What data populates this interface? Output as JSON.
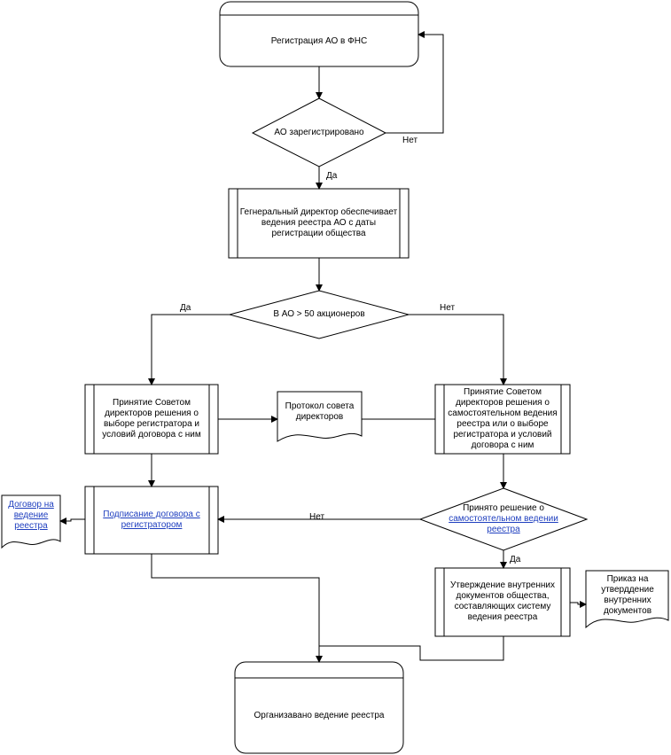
{
  "nodes": {
    "register": "Регистрация АО в ФНС",
    "registered": "АО зарегистрировано",
    "director": "Гегнеральный директор обеспечивает ведения реестра АО с даты регистрации общества",
    "shareholders": "В АО > 50 акционеров",
    "board_left": "Принятие Советом директоров  решения о выборе регистратора и условий договора с ним",
    "protocol": "Протокол совета директоров",
    "board_right": "Принятие Советом директоров решения о самостоятельном ведения реестра или о выборе регистратора и условий договора с ним",
    "contract_doc": "Договор на ведение реестра",
    "sign_contract": "Подписание договора с регистратором",
    "decision_prefix": "Принято решение о",
    "decision_link": "самостоятельном ведении реестра",
    "approve_docs": "Утверждение внутренних документов общества, составляющих систему ведения реестра",
    "order_doc": "Приказ на утверддение внутренних документов",
    "organized": "Организавано ведение реестра"
  },
  "edges": {
    "no_1": "Нет",
    "yes_1": "Да",
    "yes_2": "Да",
    "no_2": "Нет",
    "no_3": "Нет",
    "yes_3": "Да"
  }
}
